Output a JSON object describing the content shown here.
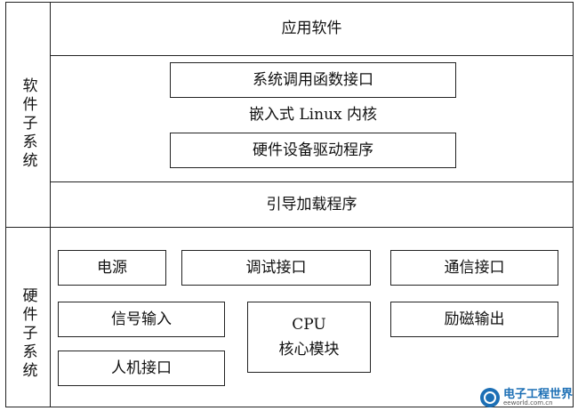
{
  "software": {
    "group_label": "软件子系统",
    "application": "应用软件",
    "syscall": "系统调用函数接口",
    "kernel": "嵌入式 Linux 内核",
    "driver": "硬件设备驱动程序",
    "bootloader": "引导加载程序"
  },
  "hardware": {
    "group_label": "硬件子系统",
    "power": "电源",
    "debug": "调试接口",
    "comm": "通信接口",
    "signal_in": "信号输入",
    "cpu_line1": "CPU",
    "cpu_line2": "核心模块",
    "excitation": "励磁输出",
    "hmi": "人机接口"
  },
  "watermark": {
    "title": "电子工程世界",
    "domain": "eeworld.com.cn"
  }
}
